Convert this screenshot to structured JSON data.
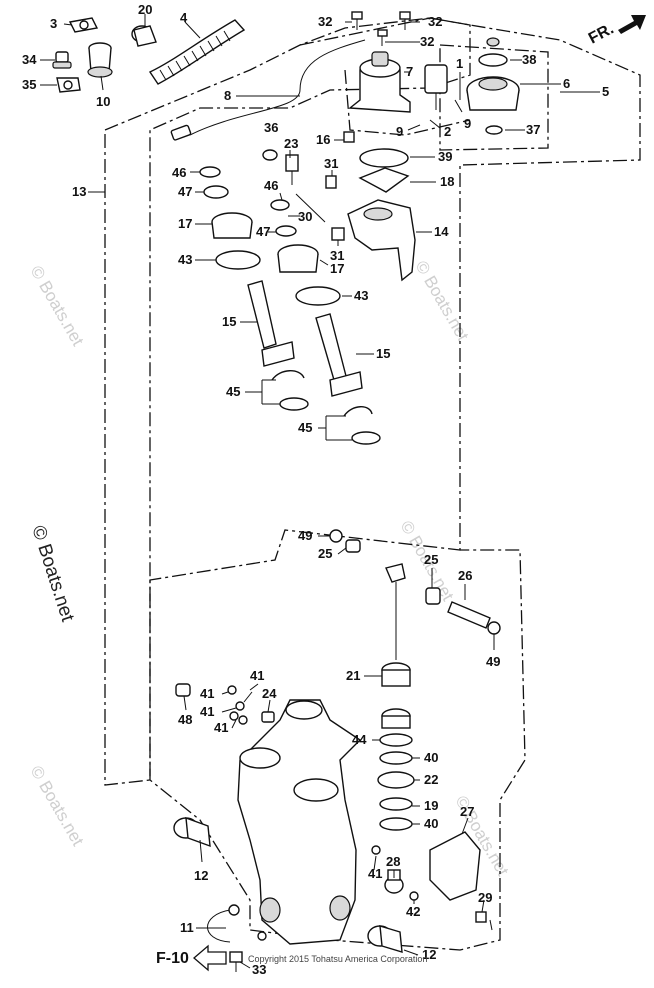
{
  "diagram": {
    "direction_label": "FR.",
    "reference_label": "F-10",
    "copyright": "Copyright 2015 Tohatsu America Corporation",
    "watermark": "© Boats.net",
    "callouts": {
      "c1": "1",
      "c2": "2",
      "c3": "3",
      "c4": "4",
      "c5": "5",
      "c6": "6",
      "c7": "7",
      "c8": "8",
      "c9a": "9",
      "c9b": "9",
      "c10": "10",
      "c11": "11",
      "c12a": "12",
      "c12b": "12",
      "c13": "13",
      "c14": "14",
      "c15a": "15",
      "c15b": "15",
      "c16": "16",
      "c17a": "17",
      "c17b": "17",
      "c18": "18",
      "c19": "19",
      "c20": "20",
      "c21": "21",
      "c22": "22",
      "c23": "23",
      "c24": "24",
      "c25a": "25",
      "c25b": "25",
      "c26": "26",
      "c27": "27",
      "c28": "28",
      "c29": "29",
      "c30": "30",
      "c31a": "31",
      "c31b": "31",
      "c32a": "32",
      "c32b": "32",
      "c32c": "32",
      "c33": "33",
      "c34": "34",
      "c35": "35",
      "c36": "36",
      "c37": "37",
      "c38": "38",
      "c39": "39",
      "c40a": "40",
      "c40b": "40",
      "c41a": "41",
      "c41b": "41",
      "c41c": "41",
      "c41d": "41",
      "c41e": "41",
      "c42": "42",
      "c43a": "43",
      "c43b": "43",
      "c44": "44",
      "c45a": "45",
      "c45b": "45",
      "c46a": "46",
      "c46b": "46",
      "c47a": "47",
      "c47b": "47",
      "c48": "48",
      "c49a": "49",
      "c49b": "49"
    }
  }
}
